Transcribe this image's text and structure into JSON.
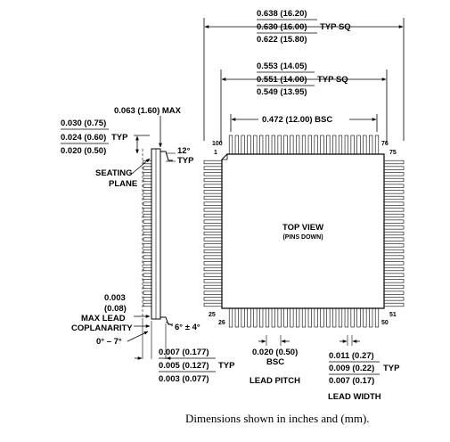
{
  "top_dims": {
    "overall_max": "0.638 (16.20)",
    "overall_nom": "0.630 (16.00)",
    "overall_min": "0.622 (15.80)",
    "overall_typ": "TYP SQ",
    "body_max": "0.553 (14.05)",
    "body_nom": "0.551 (14.00)",
    "body_min": "0.549 (13.95)",
    "body_typ": "TYP SQ",
    "bsc": "0.472 (12.00) BSC"
  },
  "side_dims": {
    "height_max": "0.063 (1.60) MAX",
    "standoff_max": "0.030 (0.75)",
    "standoff_nom": "0.024 (0.60)",
    "standoff_typ": "TYP",
    "standoff_min": "0.020 (0.50)",
    "angle_top": "12°",
    "angle_top_typ": "TYP",
    "seating_plane_line1": "SEATING",
    "seating_plane_line2": "PLANE",
    "coplanarity_value1": "0.003",
    "coplanarity_value2": "(0.08)",
    "coplanarity_line1": "MAX LEAD",
    "coplanarity_line2": "COPLANARITY",
    "foot_angle": "0° – 7°",
    "lead_angle": "6° ± 4°",
    "thk_max": "0.007 (0.177)",
    "thk_nom": "0.005 (0.127)",
    "thk_typ": "TYP",
    "thk_min": "0.003 (0.077)"
  },
  "pins": {
    "p100": "100",
    "p1": "1",
    "p76": "76",
    "p75": "75",
    "p25": "25",
    "p26": "26",
    "p50": "50",
    "p51": "51"
  },
  "body": {
    "title": "TOP VIEW",
    "subtitle": "(PINS DOWN)"
  },
  "lead_pitch": {
    "value": "0.020 (0.50)",
    "bsc": "BSC",
    "label": "LEAD PITCH"
  },
  "lead_width": {
    "max": "0.011 (0.27)",
    "nom": "0.009 (0.22)",
    "typ": "TYP",
    "min": "0.007 (0.17)",
    "label": "LEAD WIDTH"
  },
  "caption": "Dimensions shown in inches and (mm)."
}
